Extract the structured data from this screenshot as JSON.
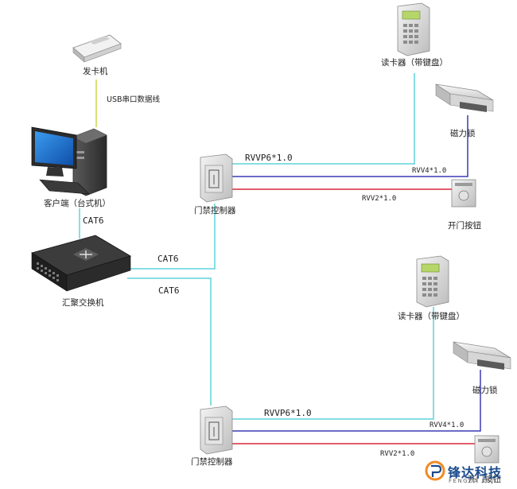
{
  "nodes": {
    "card_issuer": "发卡机",
    "usb_cable": "USB串口数据线",
    "client_pc": "客户端（台式机）",
    "switch": "汇聚交换机",
    "controller_1": "门禁控制器",
    "controller_2": "门禁控制器",
    "reader_1": "读卡器（带键盘）",
    "reader_2": "读卡器（带键盘）",
    "maglock_1": "磁力锁",
    "maglock_2": "磁力锁",
    "exit_button_1": "开门按钮",
    "exit_button_2": "开门按钮"
  },
  "cables": {
    "pc_to_switch": "CAT6",
    "switch_to_ctrl1": "CAT6",
    "switch_to_ctrl2": "CAT6",
    "ctrl1_to_reader": "RVVP6*1.0",
    "ctrl1_to_lock": "RVV4*1.0",
    "ctrl1_to_button": "RVV2*1.0",
    "ctrl2_to_reader": "RVVP6*1.0",
    "ctrl2_to_lock": "RVV4*1.0",
    "ctrl2_to_button": "RVV2*1.0"
  },
  "logo": {
    "name": "锋达科技",
    "sub": "FENGDA KEJI"
  },
  "colors": {
    "cyan_line": "#5fd3d8",
    "blue_line": "#3b3bb5",
    "red_line": "#d6283a",
    "usb_line": "#c8d84a",
    "monitor_blue": "#1f6fd6",
    "logo_orange": "#f08a24",
    "logo_blue": "#1a4a8c"
  }
}
